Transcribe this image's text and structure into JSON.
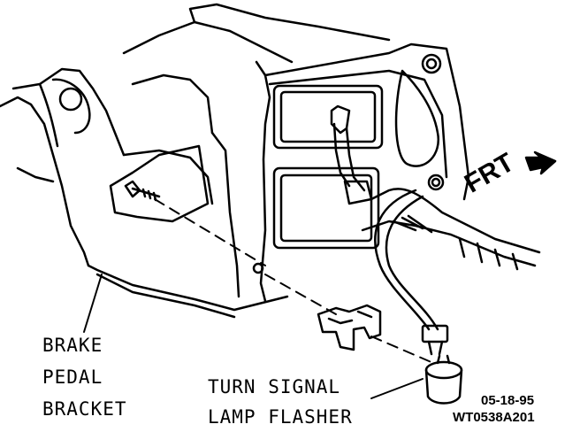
{
  "labels": {
    "brake_line1": "BRAKE",
    "brake_line2": "PEDAL",
    "brake_line3": "BRACKET",
    "flasher_line1": "TURN SIGNAL",
    "flasher_line2": "LAMP FLASHER",
    "direction": "FRT",
    "date_code": "05-18-95",
    "figure_code": "WT0538A201"
  },
  "colors": {
    "ink": "#000000",
    "paper": "#ffffff"
  },
  "icons": [
    "front-arrow-icon"
  ]
}
